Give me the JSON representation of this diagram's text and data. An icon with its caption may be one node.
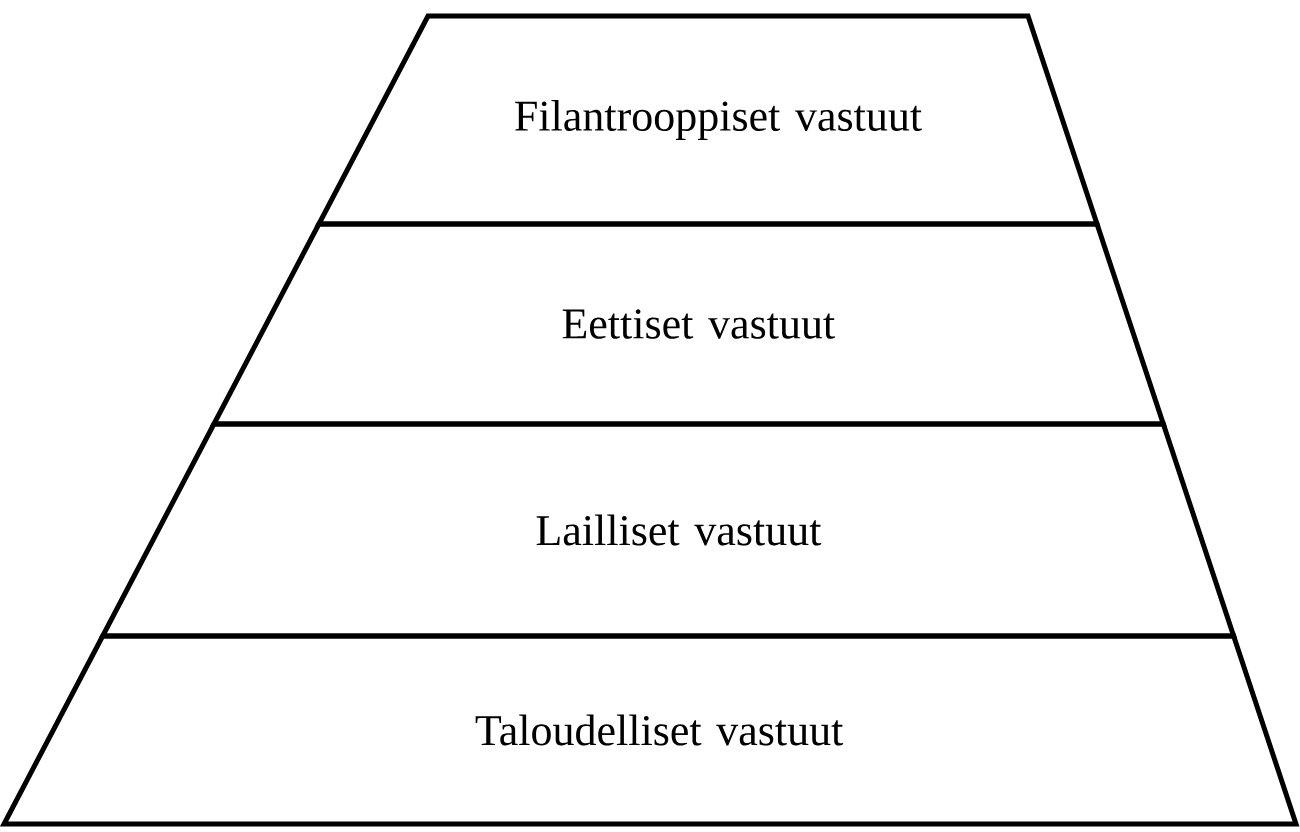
{
  "diagram": {
    "nodes": [
      {
        "text": [
          "Filantrooppiset vastuut"
        ]
      },
      {
        "text": [
          "Eettiset vastuut"
        ]
      },
      {
        "text": [
          "Lailliset vastuut"
        ]
      },
      {
        "text": [
          "Taloudelliset vastuut"
        ]
      }
    ]
  }
}
